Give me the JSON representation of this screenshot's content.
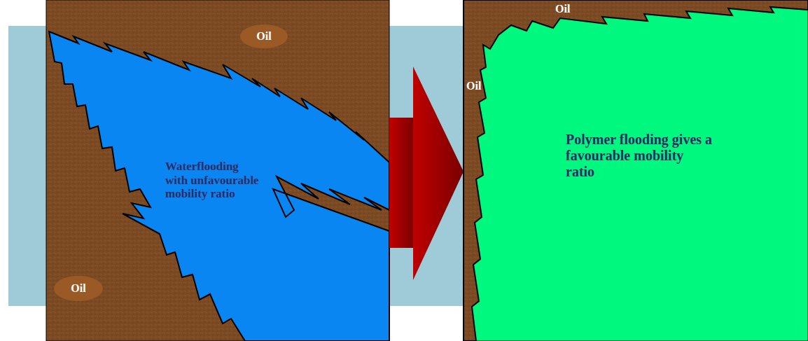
{
  "diagram": {
    "nodes": [
      {
        "text": [
          "Oil"
        ]
      },
      {
        "text": [
          "Oil"
        ]
      }
    ],
    "labels": [
      "Waterflooding with unfavourable mobility ratio",
      "Oil",
      "Oil",
      "Polymer flooding gives a favourable mobility ratio"
    ]
  }
}
